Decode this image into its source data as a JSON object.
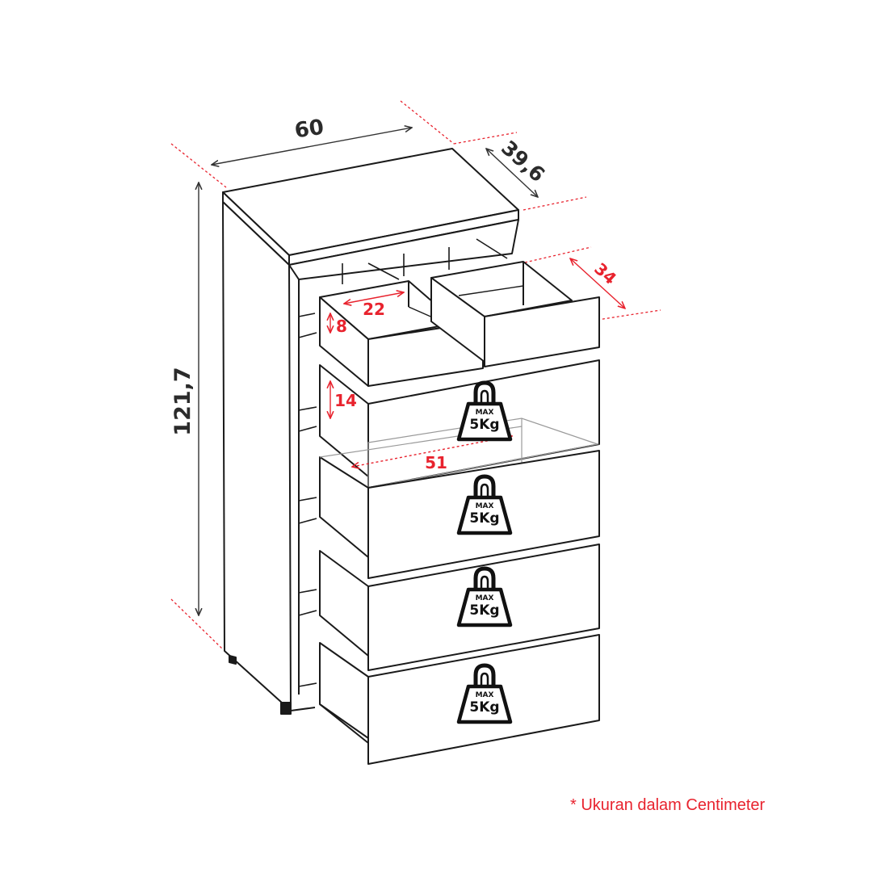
{
  "dimensions": {
    "width": "60",
    "depth": "39,6",
    "height": "121,7",
    "drawer_depth": "34",
    "small_drawer_width": "22",
    "small_drawer_height": "8",
    "large_drawer_height": "14",
    "large_drawer_width": "51"
  },
  "weight_badges": [
    {
      "max_label": "MAX",
      "load_label": "5Kg"
    },
    {
      "max_label": "MAX",
      "load_label": "5Kg"
    },
    {
      "max_label": "MAX",
      "load_label": "5Kg"
    },
    {
      "max_label": "MAX",
      "load_label": "5Kg"
    }
  ],
  "footnote": "* Ukuran dalam Centimeter",
  "colors": {
    "accent_red": "#e8232e",
    "line": "#1a1a1a",
    "label_dark": "#2b2b2b"
  }
}
